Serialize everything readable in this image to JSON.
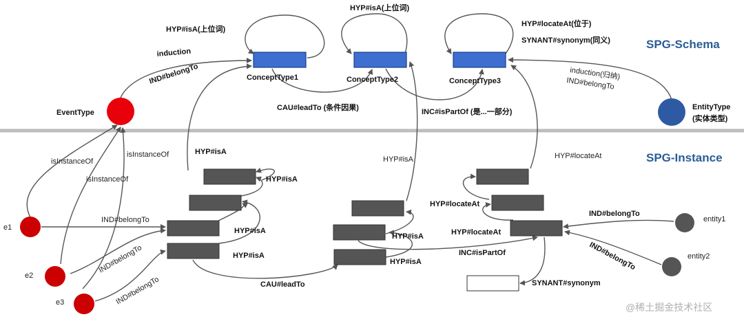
{
  "sections": {
    "schema": "SPG-Schema",
    "instance": "SPG-Instance"
  },
  "schema": {
    "concept_types": [
      "ConceptType1",
      "ConceptType2",
      "ConceptType3"
    ],
    "event_type": "EventType",
    "entity_type_line1": "EntityType",
    "entity_type_line2": "(实体类型)",
    "edge_labels": {
      "hyp_isa_1": "HYP#isA(上位词)",
      "hyp_isa_2": "HYP#isA(上位词)",
      "hyp_locate": "HYP#locateAt(位于)",
      "synant": "SYNANT#synonym(同义)",
      "induction": "induction",
      "ind_belong": "IND#belongTo",
      "cau_lead": "CAU#leadTo (条件因果)",
      "inc_part": "INC#isPartOf (是...一部分)",
      "induction_cn": "induction(归纳)",
      "ind_belong_2": "IND#belongTo"
    },
    "colors": {
      "concept_fill": "#3d6fd0",
      "event_fill": "#e8000b",
      "entity_fill": "#2e5aa3",
      "section_text": "#2b5d96"
    }
  },
  "instance": {
    "nodes": {
      "e1": "e1",
      "e2": "e2",
      "e3": "e3",
      "entity1": "entity1",
      "entity2": "entity2"
    },
    "edge_labels": {
      "is_instance_of_1": "isInstanceOf",
      "is_instance_of_2": "isInstanceOf",
      "is_instance_of_3": "isInstanceOf",
      "ind_belong_e1": "IND#belongTo",
      "ind_belong_e2": "IND#belongTo",
      "ind_belong_e3": "IND#belongTo",
      "hyp_isa_up": "HYP#isA",
      "hyp_isa_a": "HYP#isA",
      "hyp_isa_b": "HYP#isA",
      "hyp_isa_c": "HYP#isA",
      "hyp_isa_mid": "HYP#isA",
      "hyp_isa_d": "HYP#isA",
      "hyp_isa_e": "HYP#isA",
      "cau_lead": "CAU#leadTo",
      "hyp_locate_up": "HYP#locateAt",
      "hyp_locate_a": "HYP#locateAt",
      "hyp_locate_b": "HYP#locateAt",
      "inc_part": "INC#isPartOf",
      "ind_belong_ent1": "IND#belongTo",
      "ind_belong_ent2": "IND#belongTo",
      "synant": "SYNANT#synonym"
    },
    "colors": {
      "event_instance_fill": "#cc0000",
      "entity_instance_fill": "#555555",
      "instance_box_fill": "#555555"
    }
  },
  "watermark": "@稀土掘金技术社区"
}
